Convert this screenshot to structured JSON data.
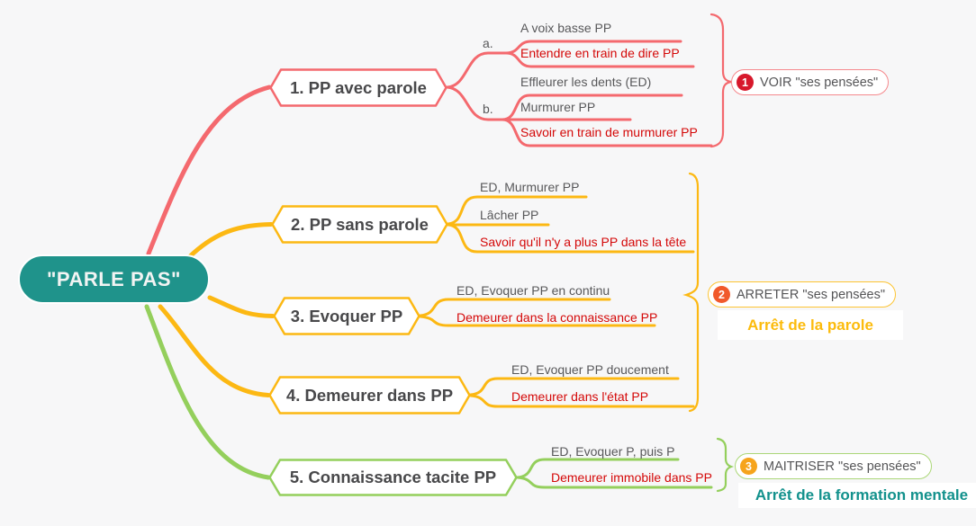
{
  "root": {
    "label": "\"PARLE PAS\""
  },
  "branches": [
    {
      "label": "1. PP avec parole",
      "sub_labels": [
        "a.",
        "b."
      ],
      "items": [
        "A voix basse PP",
        "Entendre en train de dire PP",
        "Effleurer les dents (ED)",
        "Murmurer PP",
        "Savoir en train de murmurer PP"
      ]
    },
    {
      "label": "2. PP sans parole",
      "items": [
        "ED, Murmurer PP",
        "Lâcher PP",
        "Savoir qu'il n'y a plus PP dans la tête"
      ]
    },
    {
      "label": "3. Evoquer PP",
      "items": [
        "ED, Evoquer PP en continu",
        "Demeurer dans la connaissance PP"
      ]
    },
    {
      "label": "4. Demeurer dans PP",
      "items": [
        "ED, Evoquer PP doucement",
        "Demeurer dans l'état PP"
      ]
    },
    {
      "label": "5. Connaissance tacite PP",
      "items": [
        "ED, Evoquer P, puis P",
        "Demeurer immobile dans PP"
      ]
    }
  ],
  "summaries": [
    {
      "number": "1",
      "title": "VOIR \"ses pensées\""
    },
    {
      "number": "2",
      "title": "ARRETER \"ses pensées\"",
      "caption": "Arrêt de la parole"
    },
    {
      "number": "3",
      "title": "MAITRISER \"ses pensées\"",
      "caption": "Arrêt de la formation mentale"
    }
  ],
  "colors": {
    "background": "#f7f7f8",
    "root_fill": "#1f938b",
    "branch_1": "#f4696e",
    "branch_2_to_4": "#fcb813",
    "branch_5": "#94cf5c",
    "normal_text": "#58585a",
    "emphasis_text": "#d40808",
    "badge_1": "#d7182b",
    "badge_2": "#f1592b",
    "badge_3": "#f6a41c",
    "caption_2": "#fcbb0c",
    "caption_3": "#12918c"
  }
}
